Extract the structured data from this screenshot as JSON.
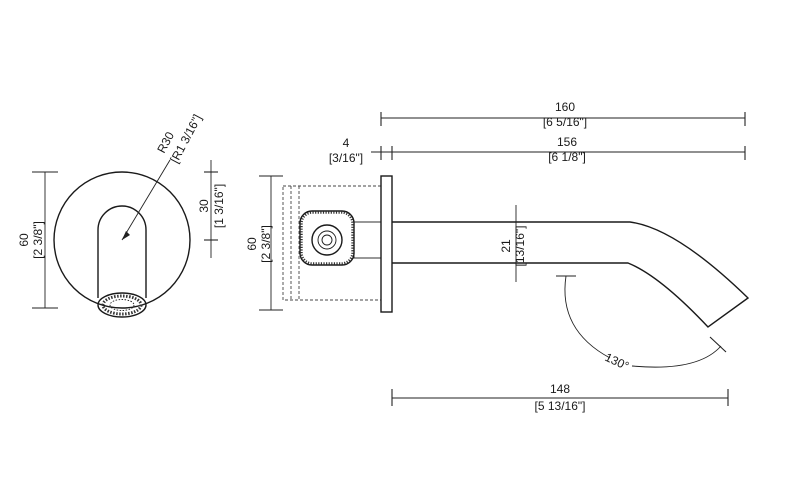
{
  "front_view": {
    "radius_label": "R30",
    "radius_label_imperial": "[R1 3/16\"]",
    "height_label": "60",
    "height_label_imperial": "[2 3/8\"]",
    "half_height_label": "30",
    "half_height_label_imperial": "[1 3/16\"]"
  },
  "side_view": {
    "height_label": "60",
    "height_label_imperial": "[2 3/8\"]",
    "flange_label": "4",
    "flange_label_imperial": "[3/16\"]",
    "total_length_label": "160",
    "total_length_label_imperial": "[6 5/16\"]",
    "spout_length_label": "156",
    "spout_length_label_imperial": "[6 1/8\"]",
    "spout_diameter_label": "21",
    "spout_diameter_label_imperial": "[13/16\"]",
    "angle_label": "130°",
    "projection_label": "148",
    "projection_label_imperial": "[5 13/16\"]"
  }
}
